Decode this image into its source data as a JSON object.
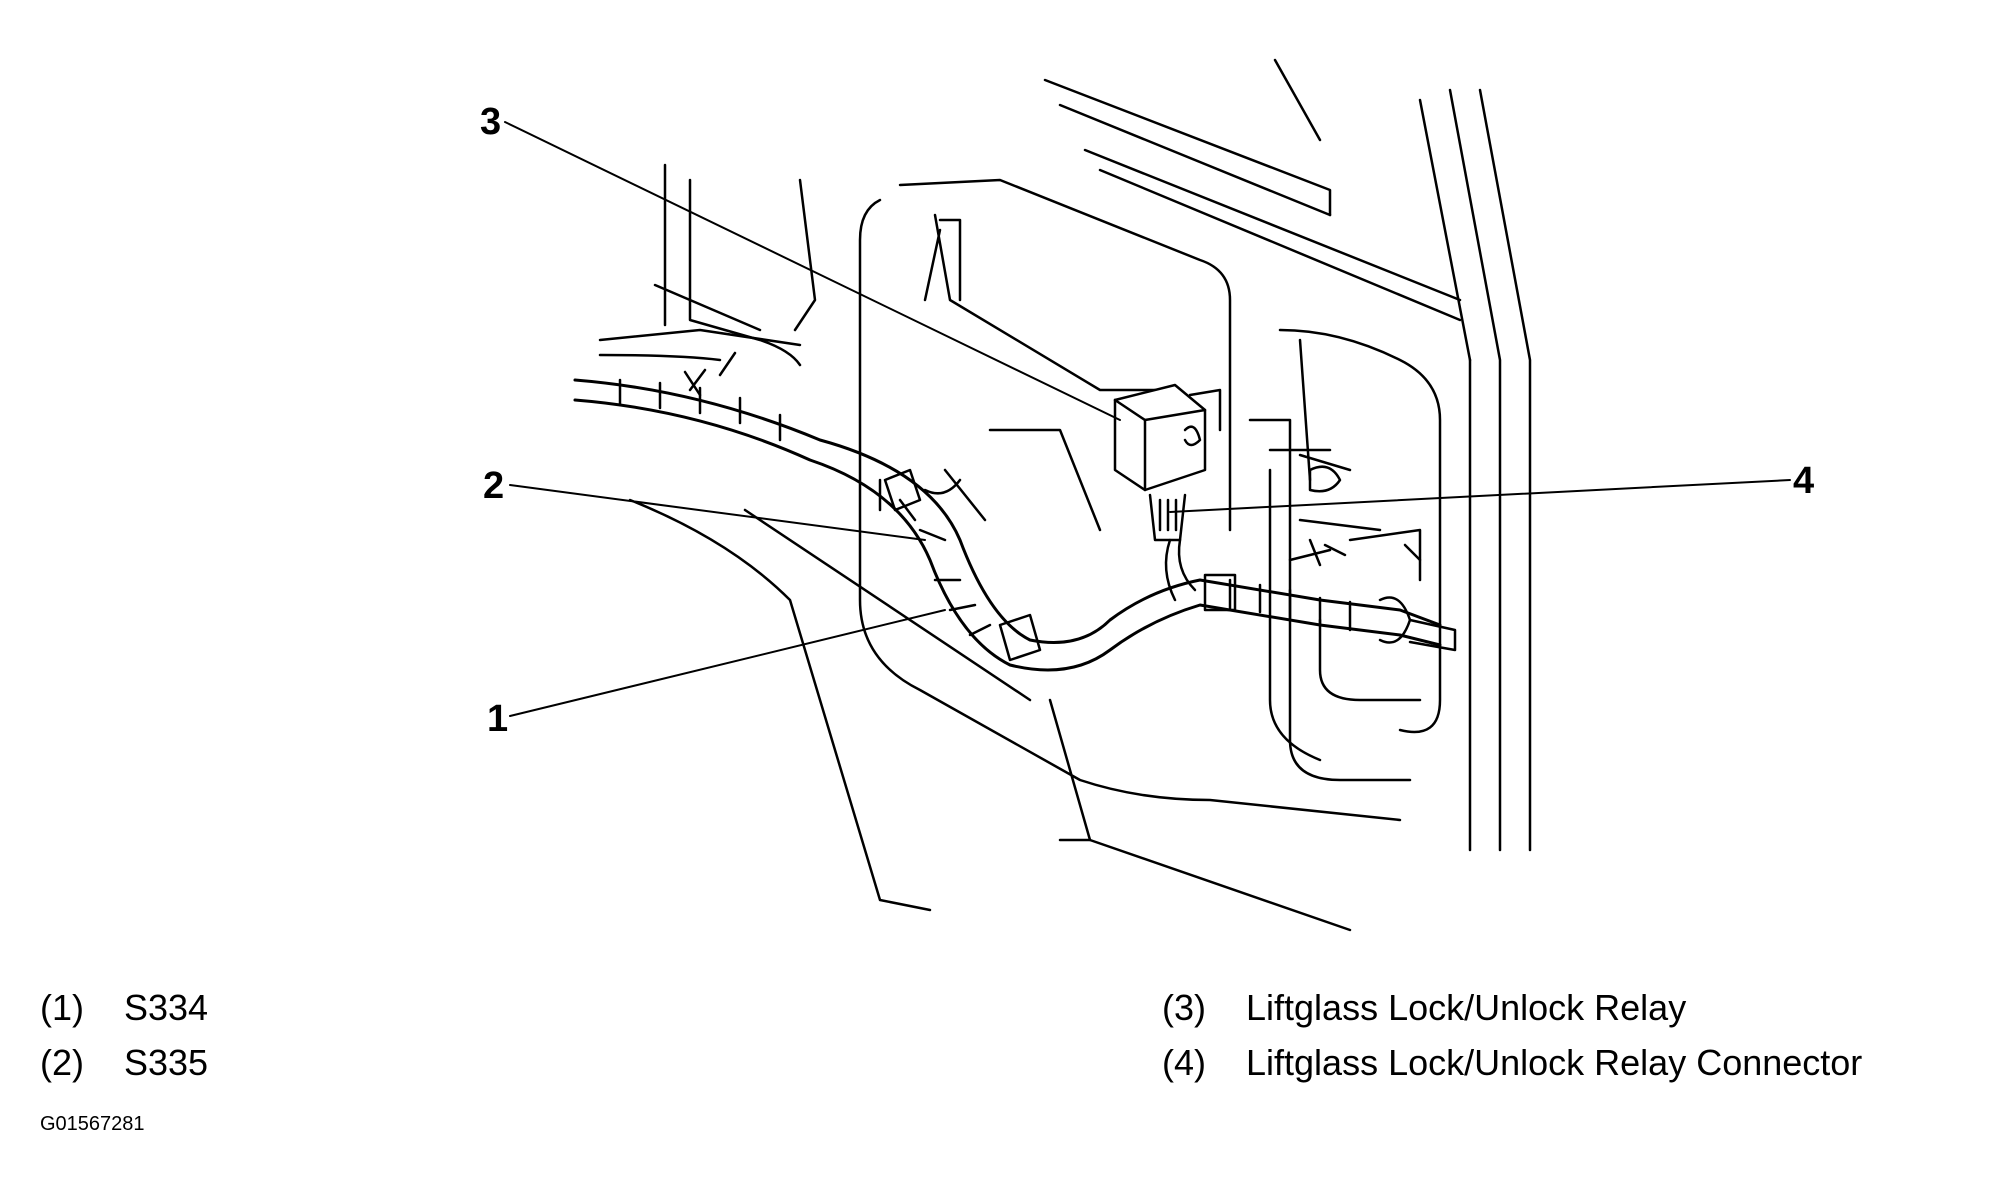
{
  "callouts": [
    {
      "id": "1",
      "text": "1"
    },
    {
      "id": "2",
      "text": "2"
    },
    {
      "id": "3",
      "text": "3"
    },
    {
      "id": "4",
      "text": "4"
    }
  ],
  "legend": [
    {
      "num": "(1)",
      "label": "S334"
    },
    {
      "num": "(2)",
      "label": "S335"
    },
    {
      "num": "(3)",
      "label": "Liftglass Lock/Unlock Relay"
    },
    {
      "num": "(4)",
      "label": "Liftglass Lock/Unlock Relay Connector"
    }
  ],
  "figure_id": "G01567281"
}
